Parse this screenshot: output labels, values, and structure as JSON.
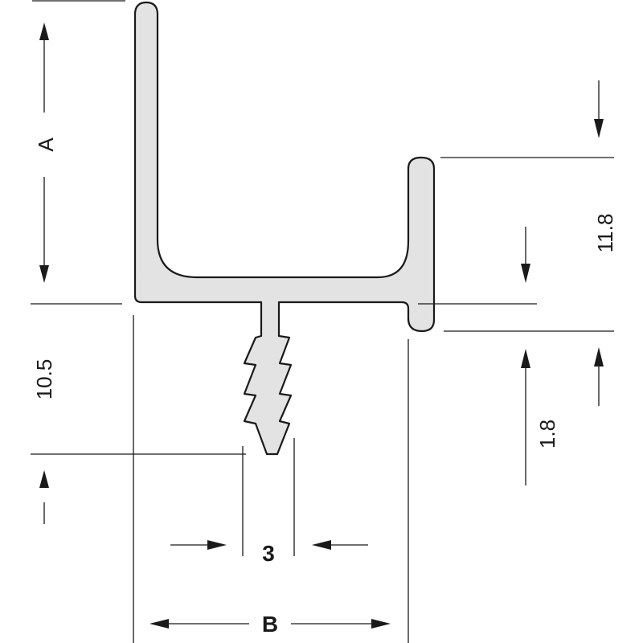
{
  "labels": {
    "a": "A",
    "b": "B",
    "three": "3",
    "ten_five": "10.5",
    "eleven_eight": "11.8",
    "one_eight": "1.8"
  },
  "colors": {
    "profile_fill": "#e3e3e3",
    "line": "#1a1a1a",
    "background": "#ffffff"
  }
}
